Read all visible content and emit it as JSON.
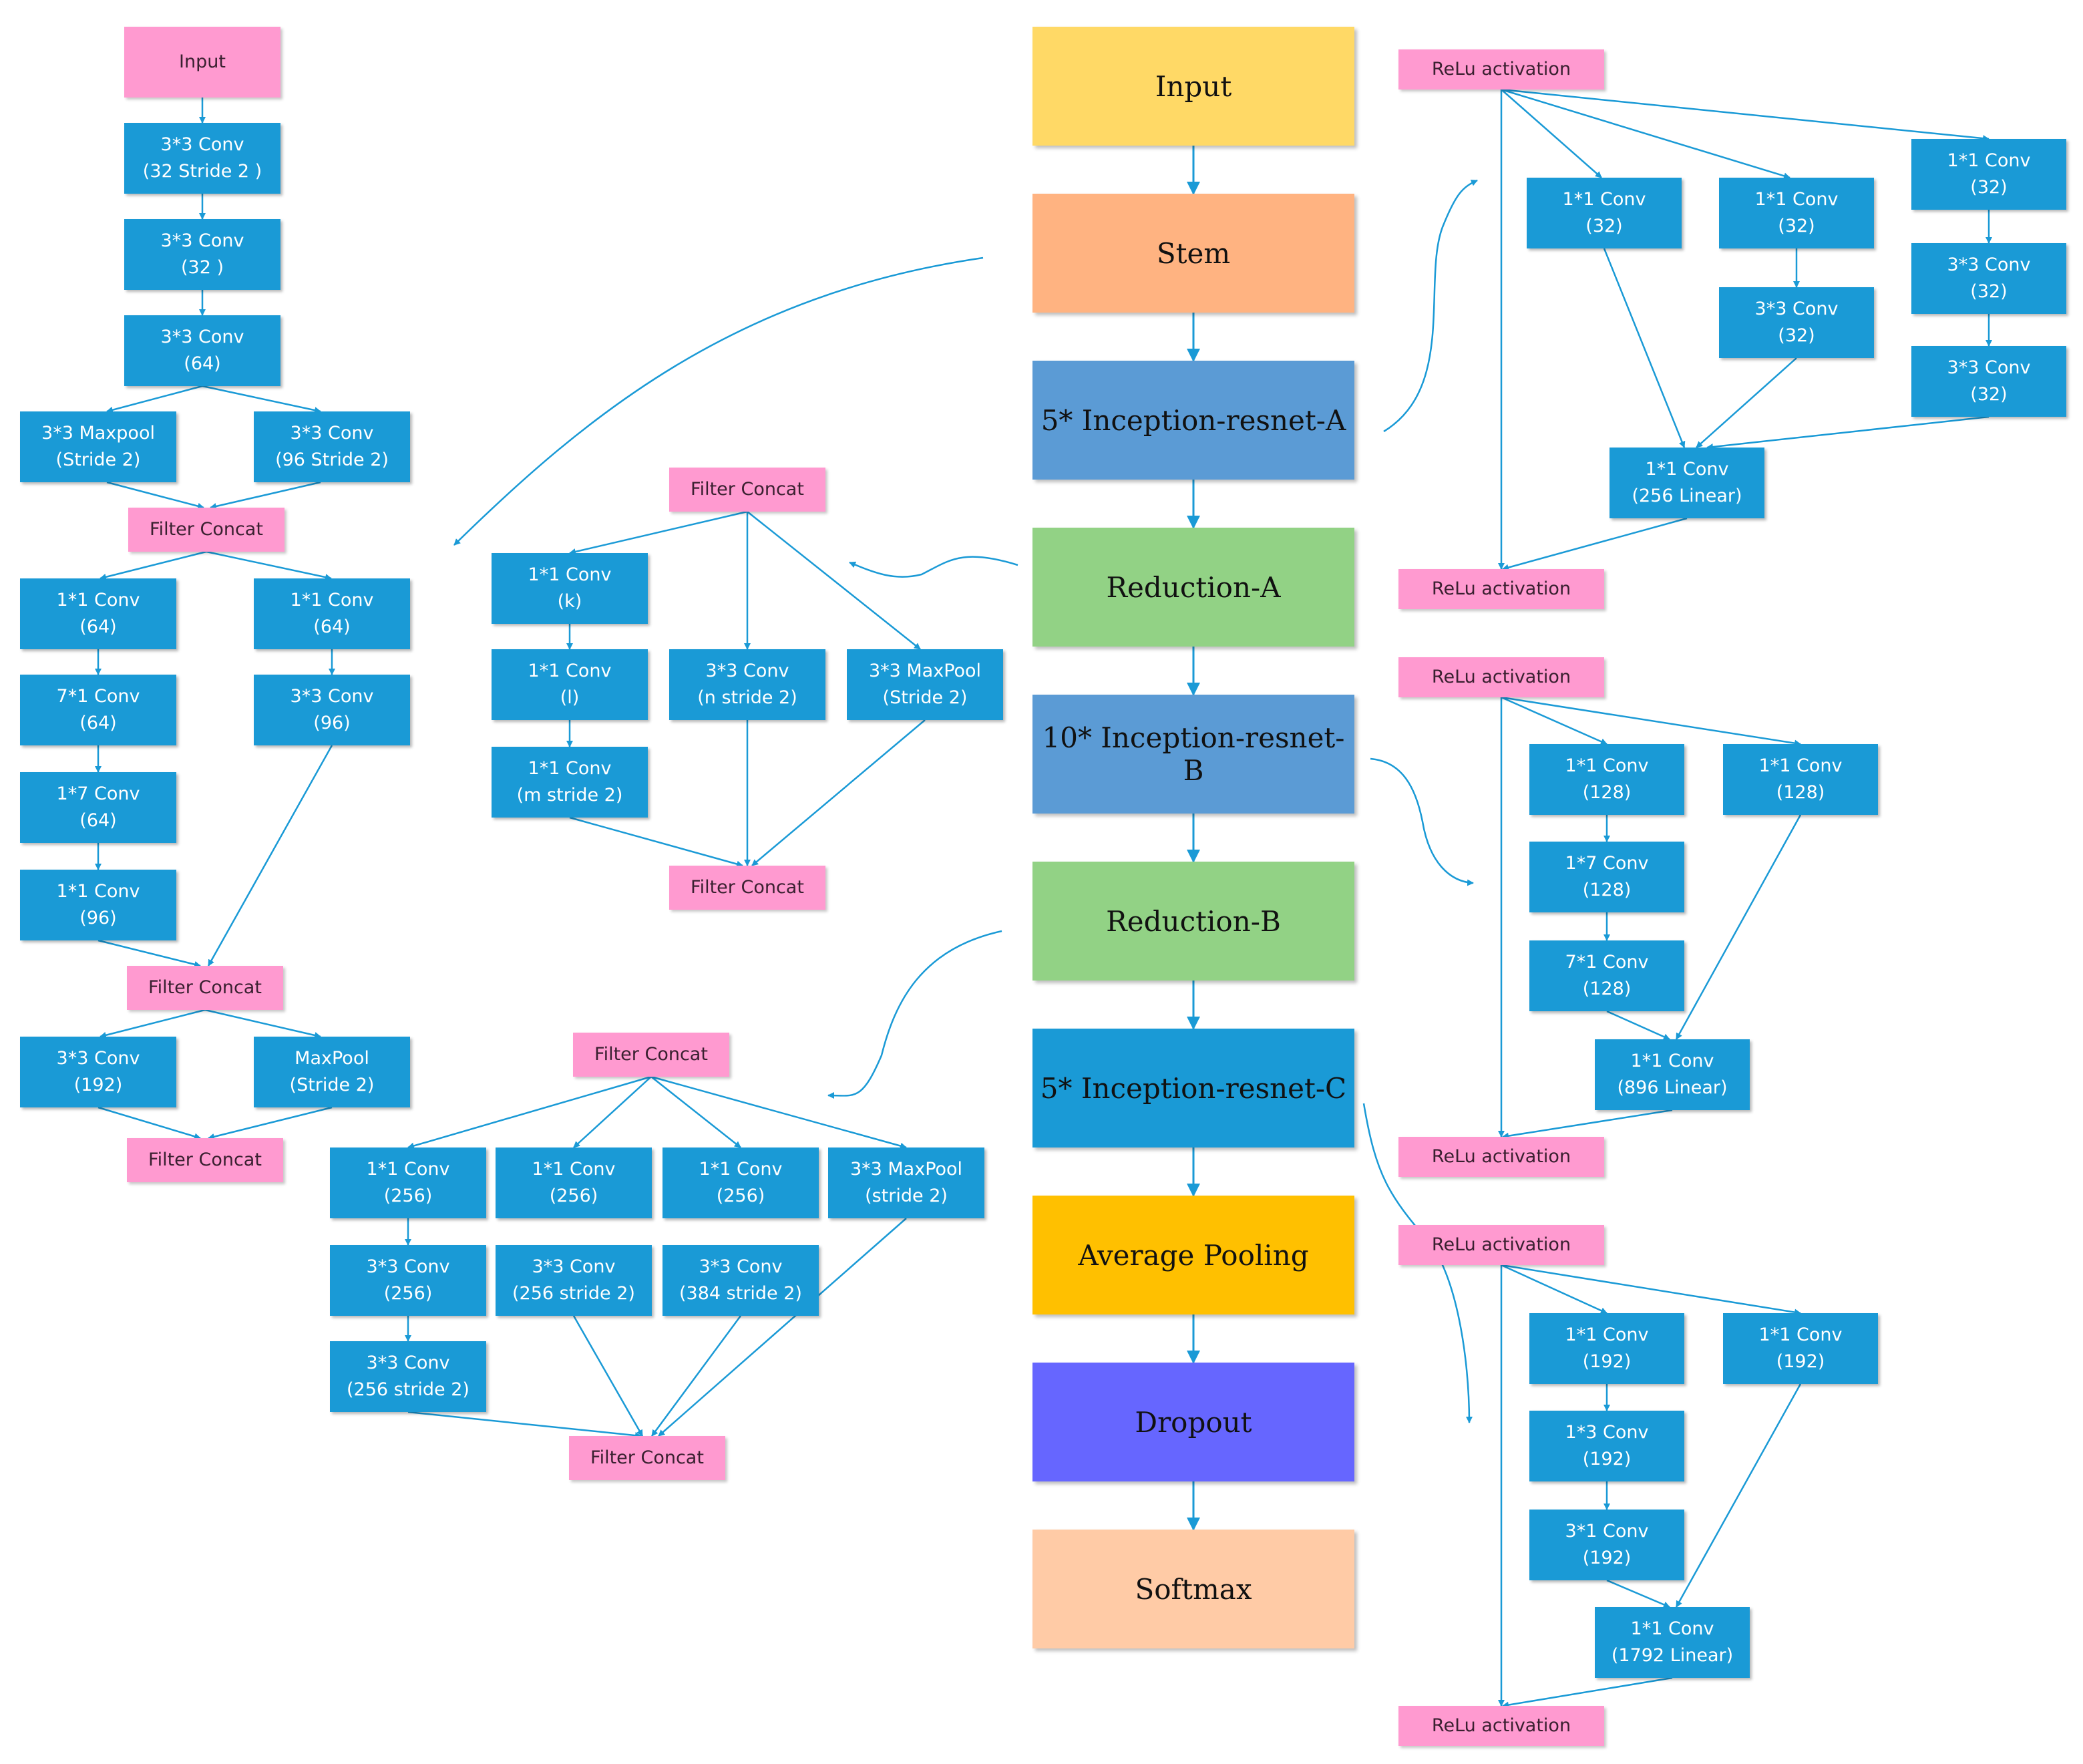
{
  "colors": {
    "conv": "#1a9ad6",
    "concat": "#ff9ad0",
    "arrow": "#1a9ad6",
    "input": "#ffd966",
    "stem": "#ffb381",
    "inception_ab": "#5b9bd5",
    "reduction": "#92d285",
    "inception_c": "#1a9ad6",
    "average_pooling": "#ffc000",
    "dropout": "#6666ff",
    "softmax": "#ffcba6"
  },
  "main_column": {
    "input": "Input",
    "stem": "Stem",
    "inception_a": "5* Inception-resnet-A",
    "reduction_a": "Reduction-A",
    "inception_b": "10* Inception-resnet-B",
    "reduction_b": "Reduction-B",
    "inception_c": "5* Inception-resnet-C",
    "average_pooling": "Average Pooling",
    "dropout": "Dropout",
    "softmax": "Softmax"
  },
  "stem_block": {
    "input": "Input",
    "conv1": "3*3 Conv\n(32  Stride 2 )",
    "conv2": "3*3 Conv\n(32 )",
    "conv3": "3*3 Conv\n(64)",
    "maxpool1": "3*3 Maxpool\n(Stride 2)",
    "conv4": "3*3 Conv\n(96  Stride 2)",
    "concat1": "Filter Concat",
    "l_conv1": "1*1 Conv\n(64)",
    "l_conv2": "7*1 Conv\n(64)",
    "l_conv3": "1*7 Conv\n(64)",
    "l_conv4": "1*1 Conv\n(96)",
    "r_conv1": "1*1 Conv\n(64)",
    "r_conv2": "3*3 Conv\n(96)",
    "concat2": "Filter Concat",
    "conv5": "3*3 Conv\n(192)",
    "maxpool2": "MaxPool\n(Stride 2)",
    "concat3": "Filter Concat"
  },
  "reduction_a_block": {
    "concat_top": "Filter Concat",
    "conv_k": "1*1 Conv\n(k)",
    "conv_l": "1*1 Conv\n(l)",
    "conv_m": "1*1 Conv\n(m stride 2)",
    "conv_n": "3*3 Conv\n(n stride 2)",
    "maxpool": "3*3 MaxPool\n(Stride 2)",
    "concat_bottom": "Filter Concat"
  },
  "reduction_b_block": {
    "concat_top": "Filter Concat",
    "a1": "1*1 Conv\n(256)",
    "a2": "3*3 Conv\n(256)",
    "a3": "3*3 Conv\n(256 stride 2)",
    "b1": "1*1 Conv\n(256)",
    "b2": "3*3 Conv\n(256 stride 2)",
    "c1": "1*1 Conv\n(256)",
    "c2": "3*3 Conv\n(384 stride 2)",
    "maxpool": "3*3 MaxPool\n(stride 2)",
    "concat_bottom": "Filter Concat"
  },
  "inception_a_block": {
    "relu_top": "ReLu activation",
    "b1": "1*1 Conv\n(32)",
    "b2a": "1*1 Conv\n(32)",
    "b2b": "3*3 Conv\n(32)",
    "b3a": "1*1 Conv\n(32)",
    "b3b": "3*3 Conv\n(32)",
    "b3c": "3*3 Conv\n(32)",
    "linear": "1*1 Conv\n(256 Linear)",
    "relu_bottom": "ReLu activation"
  },
  "inception_b_block": {
    "relu_top": "ReLu activation",
    "a1": "1*1 Conv\n(128)",
    "a2": "1*7 Conv\n(128)",
    "a3": "7*1 Conv\n(128)",
    "b1": "1*1 Conv\n(128)",
    "linear": "1*1 Conv\n(896 Linear)",
    "relu_bottom": "ReLu activation"
  },
  "inception_c_block": {
    "relu_top": "ReLu activation",
    "a1": "1*1 Conv\n(192)",
    "a2": "1*3 Conv\n(192)",
    "a3": "3*1 Conv\n(192)",
    "b1": "1*1 Conv\n(192)",
    "linear": "1*1 Conv\n(1792 Linear)",
    "relu_bottom": "ReLu activation"
  }
}
